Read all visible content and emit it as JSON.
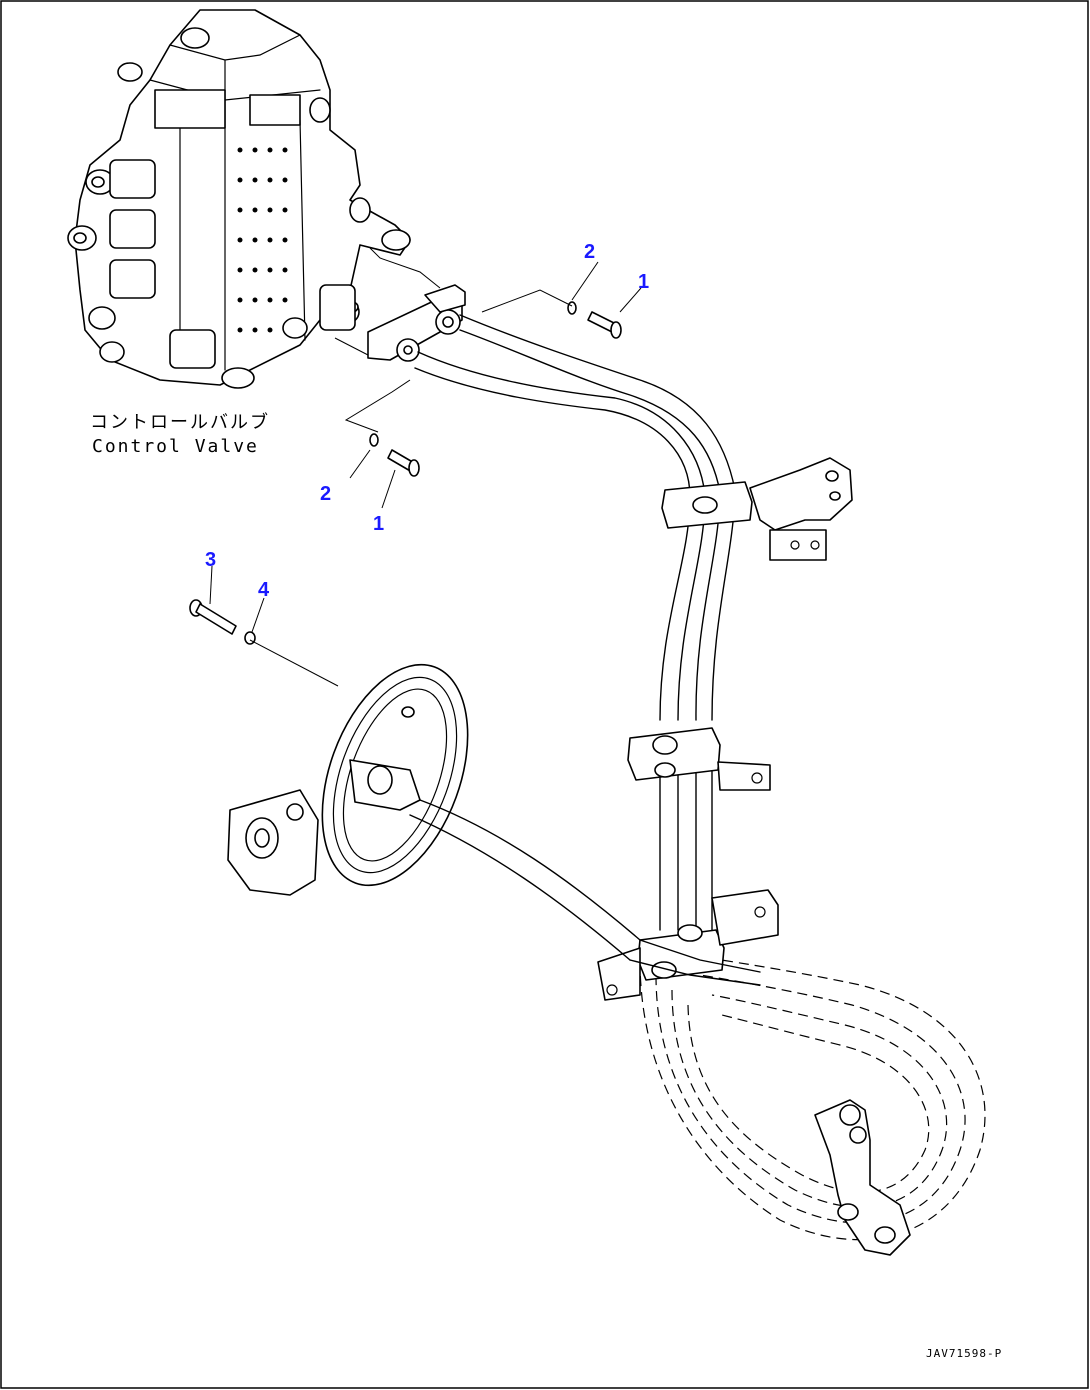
{
  "callouts": {
    "c1a": "1",
    "c1b": "1",
    "c2a": "2",
    "c2b": "2",
    "c3": "3",
    "c4": "4"
  },
  "labels": {
    "component_jp": "コントロールバルブ",
    "component_en": "Control Valve"
  },
  "figure_code": "JAV71598-P",
  "colors": {
    "callout": "#1a1aff",
    "line": "#000000",
    "background": "#ffffff"
  }
}
